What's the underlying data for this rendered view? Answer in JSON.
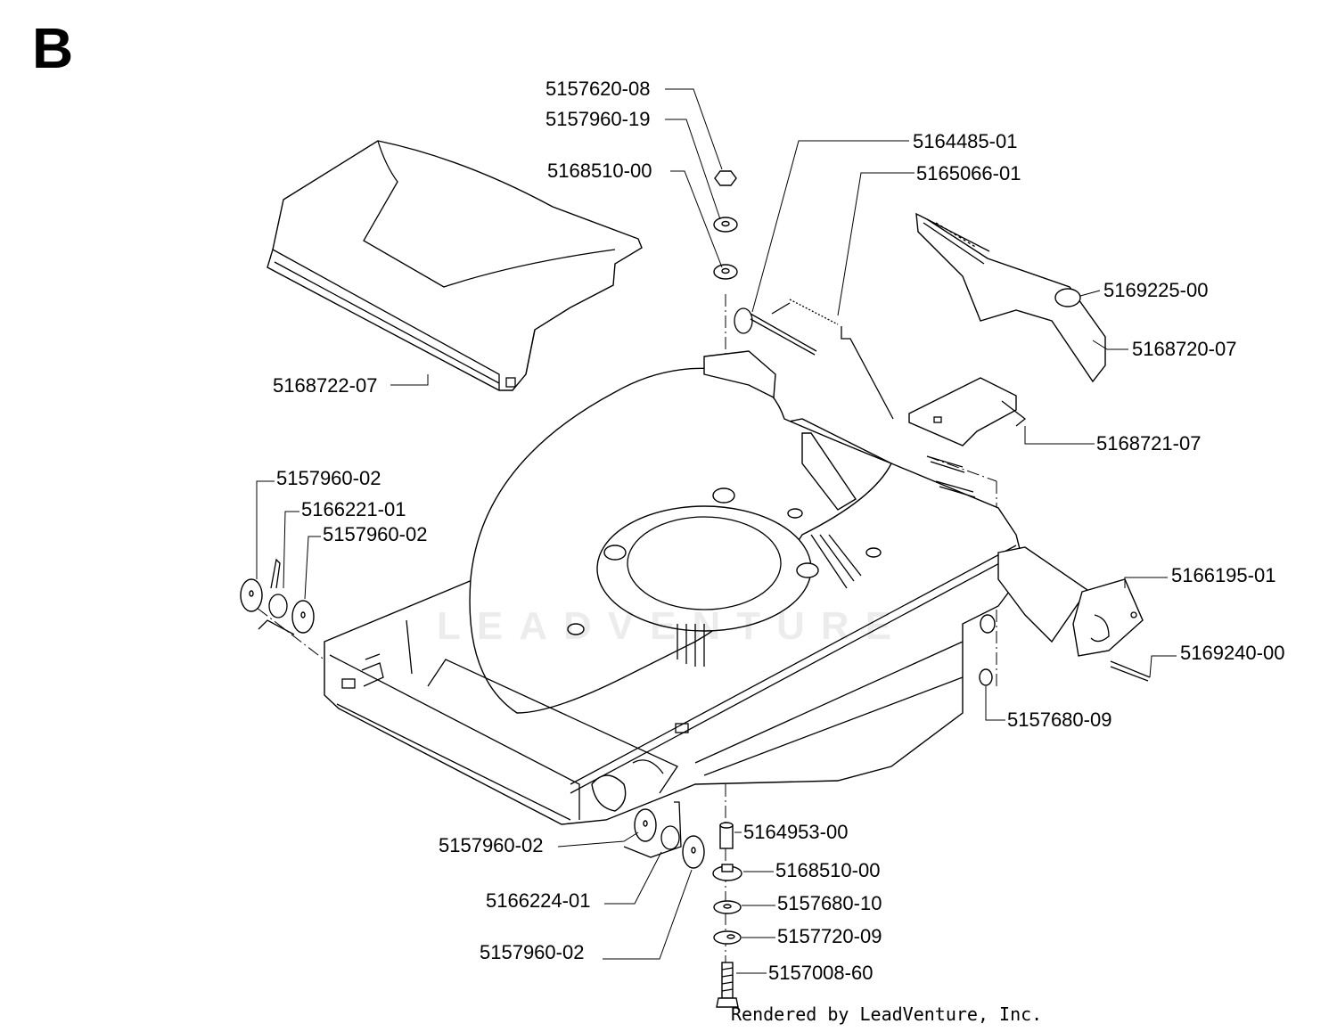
{
  "diagram": {
    "section_letter": "B",
    "footer": "Rendered by LeadVenture, Inc.",
    "watermark": "LEADVENTURE"
  },
  "parts": [
    {
      "id": "p1",
      "number": "5157620-08"
    },
    {
      "id": "p2",
      "number": "5157960-19"
    },
    {
      "id": "p3",
      "number": "5168510-00"
    },
    {
      "id": "p4",
      "number": "5164485-01"
    },
    {
      "id": "p5",
      "number": "5165066-01"
    },
    {
      "id": "p6",
      "number": "5169225-00"
    },
    {
      "id": "p7",
      "number": "5168720-07"
    },
    {
      "id": "p8",
      "number": "5168722-07"
    },
    {
      "id": "p9",
      "number": "5168721-07"
    },
    {
      "id": "p10",
      "number": "5157960-02"
    },
    {
      "id": "p11",
      "number": "5166221-01"
    },
    {
      "id": "p12",
      "number": "5157960-02"
    },
    {
      "id": "p13",
      "number": "5166195-01"
    },
    {
      "id": "p14",
      "number": "5169240-00"
    },
    {
      "id": "p15",
      "number": "5157680-09"
    },
    {
      "id": "p16",
      "number": "5164953-00"
    },
    {
      "id": "p17",
      "number": "5157960-02"
    },
    {
      "id": "p18",
      "number": "5168510-00"
    },
    {
      "id": "p19",
      "number": "5166224-01"
    },
    {
      "id": "p20",
      "number": "5157680-10"
    },
    {
      "id": "p21",
      "number": "5157720-09"
    },
    {
      "id": "p22",
      "number": "5157960-02"
    },
    {
      "id": "p23",
      "number": "5157008-60"
    }
  ]
}
